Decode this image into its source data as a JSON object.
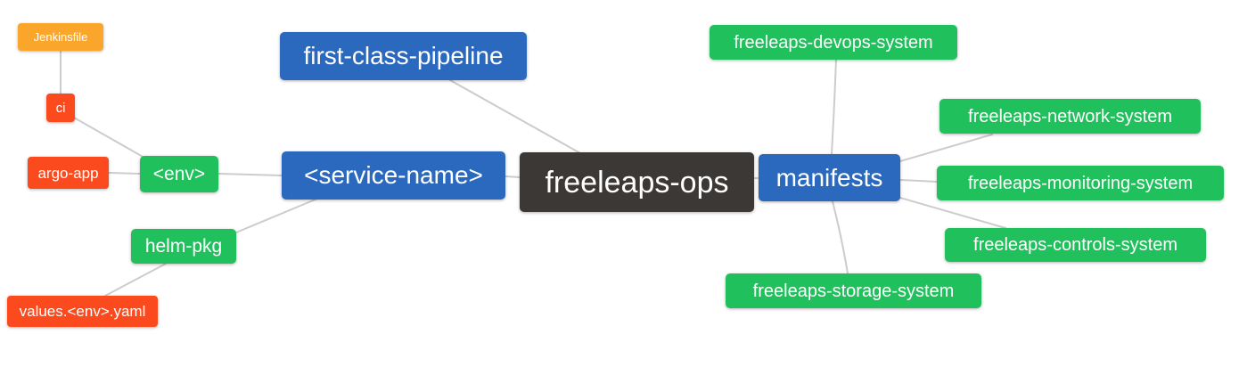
{
  "diagram": {
    "type": "mindmap",
    "root_label": "freeleaps-ops"
  },
  "colors": {
    "root": "#3b3836",
    "level1": "#2a69bd",
    "level2": "#20c05c",
    "level3": "#fb4a1d",
    "level4": "#f9a62b",
    "edge": "#cccccc",
    "text": "#ffffff",
    "background": "#ffffff"
  },
  "nodes": {
    "root": {
      "label": "freeleaps-ops",
      "level": 0
    },
    "first_class_pipeline": {
      "label": "first-class-pipeline",
      "level": 1
    },
    "service_name": {
      "label": "<service-name>",
      "level": 1
    },
    "manifests": {
      "label": "manifests",
      "level": 1
    },
    "env": {
      "label": "<env>",
      "level": 2
    },
    "helm_pkg": {
      "label": "helm-pkg",
      "level": 2
    },
    "ci": {
      "label": "ci",
      "level": 3
    },
    "argo_app": {
      "label": "argo-app",
      "level": 3
    },
    "values_env_yaml": {
      "label": "values.<env>.yaml",
      "level": 3
    },
    "jenkinsfile": {
      "label": "Jenkinsfile",
      "level": 4
    },
    "devops_system": {
      "label": "freeleaps-devops-system",
      "level": 2
    },
    "network_system": {
      "label": "freeleaps-network-system",
      "level": 2
    },
    "monitoring_system": {
      "label": "freeleaps-monitoring-system",
      "level": 2
    },
    "controls_system": {
      "label": "freeleaps-controls-system",
      "level": 2
    },
    "storage_system": {
      "label": "freeleaps-storage-system",
      "level": 2
    }
  },
  "edges": [
    {
      "from": "jenkinsfile",
      "to": "ci"
    },
    {
      "from": "ci",
      "to": "env"
    },
    {
      "from": "argo_app",
      "to": "env"
    },
    {
      "from": "env",
      "to": "service_name"
    },
    {
      "from": "helm_pkg",
      "to": "service_name"
    },
    {
      "from": "values_env_yaml",
      "to": "helm_pkg"
    },
    {
      "from": "first_class_pipeline",
      "to": "root"
    },
    {
      "from": "service_name",
      "to": "root"
    },
    {
      "from": "root",
      "to": "manifests"
    },
    {
      "from": "manifests",
      "to": "devops_system"
    },
    {
      "from": "manifests",
      "to": "network_system"
    },
    {
      "from": "manifests",
      "to": "monitoring_system"
    },
    {
      "from": "manifests",
      "to": "controls_system"
    },
    {
      "from": "manifests",
      "to": "storage_system"
    }
  ]
}
